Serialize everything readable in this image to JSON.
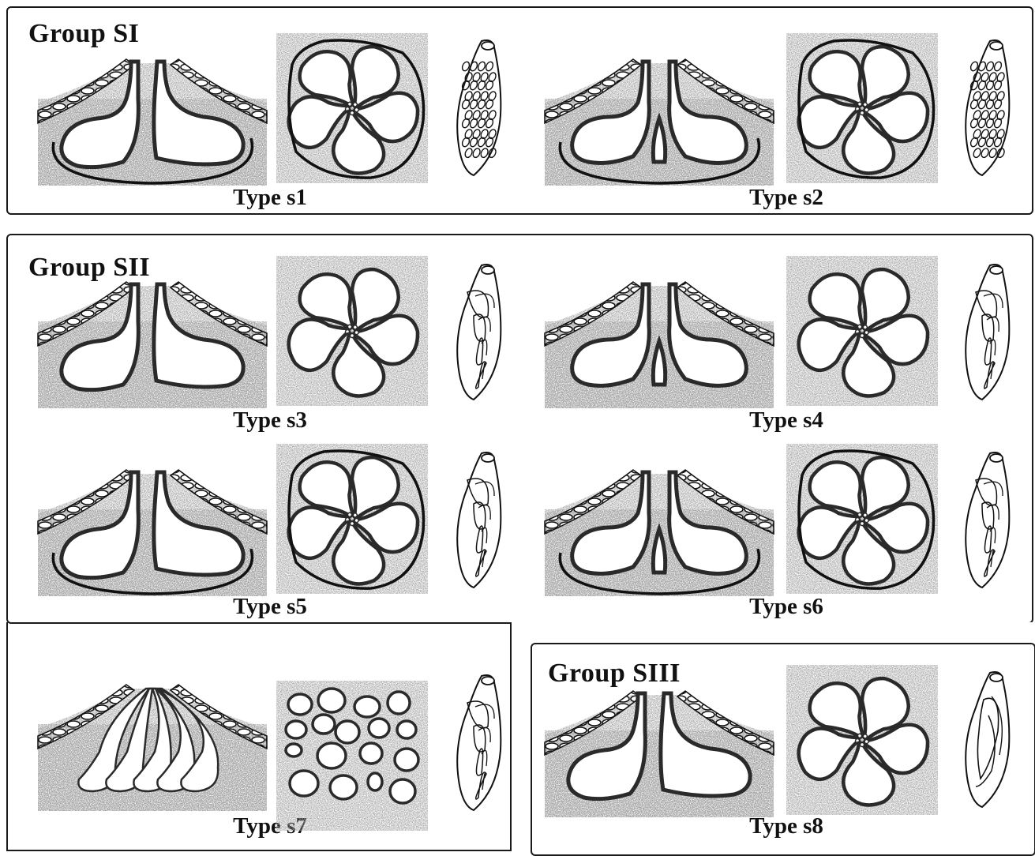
{
  "groups": [
    {
      "id": "g1",
      "title": "Group SI"
    },
    {
      "id": "g2",
      "title": "Group SII"
    },
    {
      "id": "g3",
      "title": "Group SIII"
    }
  ],
  "types": [
    {
      "label": "Type s1",
      "group": "Group SI",
      "sheath": true,
      "petals": "large-lobed",
      "conidioma": "dense"
    },
    {
      "label": "Type s2",
      "group": "Group SI",
      "sheath": true,
      "petals": "split-base",
      "conidioma": "dense"
    },
    {
      "label": "Type s3",
      "group": "Group SII",
      "sheath": false,
      "petals": "large-lobed",
      "conidioma": "open"
    },
    {
      "label": "Type s4",
      "group": "Group SII",
      "sheath": false,
      "petals": "split-base",
      "conidioma": "open"
    },
    {
      "label": "Type s5",
      "group": "Group SII",
      "sheath": true,
      "petals": "large-lobed",
      "conidioma": "open"
    },
    {
      "label": "Type s6",
      "group": "Group SII",
      "sheath": true,
      "petals": "split-base",
      "conidioma": "open"
    },
    {
      "label": "Type s7",
      "group": "Group SII",
      "sheath": false,
      "petals": "separate-rounds",
      "conidioma": "open"
    },
    {
      "label": "Type s8",
      "group": "Group SIII",
      "sheath": false,
      "petals": "large-lobed",
      "conidioma": "sparse"
    }
  ]
}
